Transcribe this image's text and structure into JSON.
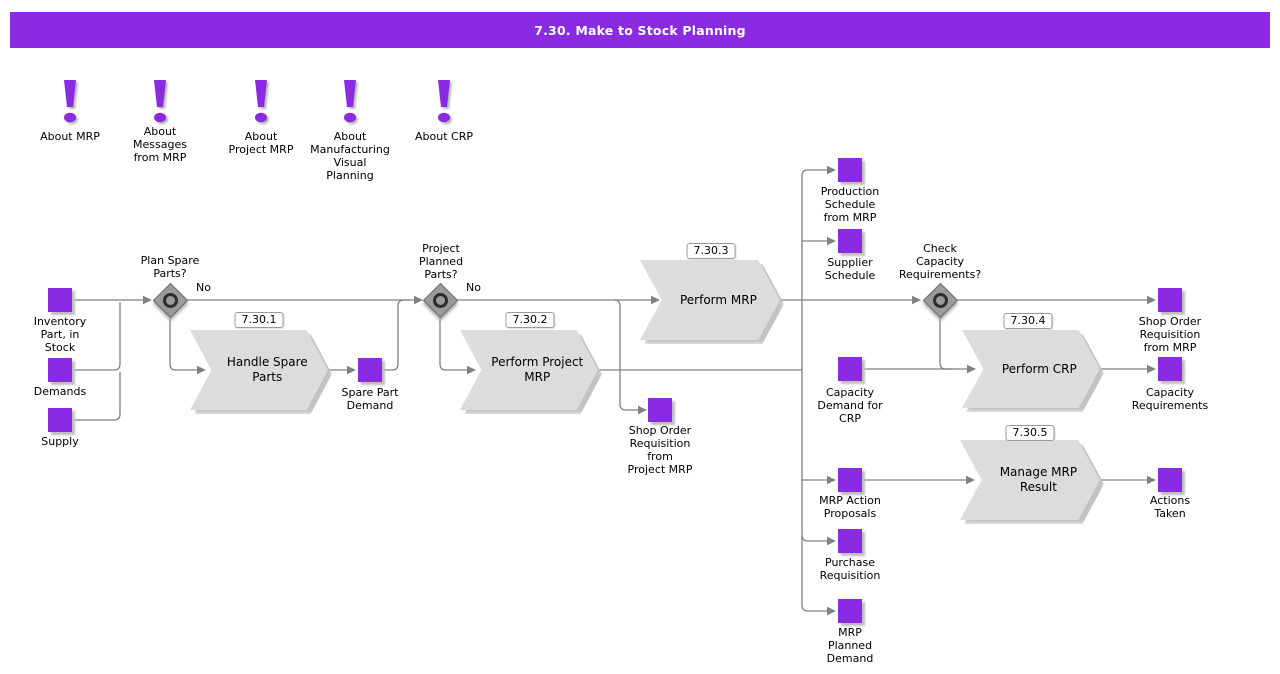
{
  "header": {
    "title": "7.30. Make to Stock Planning"
  },
  "colors": {
    "accent_purple": "#8a2be2",
    "process_fill": "#dcdcdc",
    "decision_fill": "#9b9b9b",
    "connector": "#808080",
    "title_text": "#ffffff"
  },
  "about_links": [
    {
      "label": "About MRP"
    },
    {
      "label": "About\nMessages\nfrom MRP"
    },
    {
      "label": "About\nProject MRP"
    },
    {
      "label": "About\nManufacturing\nVisual\nPlanning"
    },
    {
      "label": "About CRP"
    }
  ],
  "decisions": {
    "plan_spare_parts": {
      "label": "Plan Spare\nParts?",
      "branch": "No"
    },
    "project_planned_parts": {
      "label": "Project\nPlanned\nParts?",
      "branch": "No"
    },
    "check_capacity": {
      "label": "Check\nCapacity\nRequirements?"
    }
  },
  "processes": {
    "handle_spare_parts": {
      "id": "7.30.1",
      "label": "Handle Spare\nParts"
    },
    "perform_project_mrp": {
      "id": "7.30.2",
      "label": "Perform Project\nMRP"
    },
    "perform_mrp": {
      "id": "7.30.3",
      "label": "Perform MRP"
    },
    "perform_crp": {
      "id": "7.30.4",
      "label": "Perform CRP"
    },
    "manage_mrp_result": {
      "id": "7.30.5",
      "label": "Manage MRP\nResult"
    }
  },
  "artifacts": {
    "inventory_part": {
      "label": "Inventory\nPart, in\nStock"
    },
    "demands": {
      "label": "Demands"
    },
    "supply": {
      "label": "Supply"
    },
    "spare_part_demand": {
      "label": "Spare Part\nDemand"
    },
    "shop_order_requisition_project": {
      "label": "Shop Order\nRequisition\nfrom\nProject MRP"
    },
    "production_schedule": {
      "label": "Production\nSchedule\nfrom MRP"
    },
    "supplier_schedule": {
      "label": "Supplier\nSchedule"
    },
    "capacity_demand": {
      "label": "Capacity\nDemand for\nCRP"
    },
    "shop_order_requisition_mrp": {
      "label": "Shop Order\nRequisition\nfrom MRP"
    },
    "capacity_requirements": {
      "label": "Capacity\nRequirements"
    },
    "mrp_action_proposals": {
      "label": "MRP Action\nProposals"
    },
    "actions_taken": {
      "label": "Actions\nTaken"
    },
    "purchase_requisition": {
      "label": "Purchase\nRequisition"
    },
    "mrp_planned_demand": {
      "label": "MRP\nPlanned\nDemand"
    }
  }
}
